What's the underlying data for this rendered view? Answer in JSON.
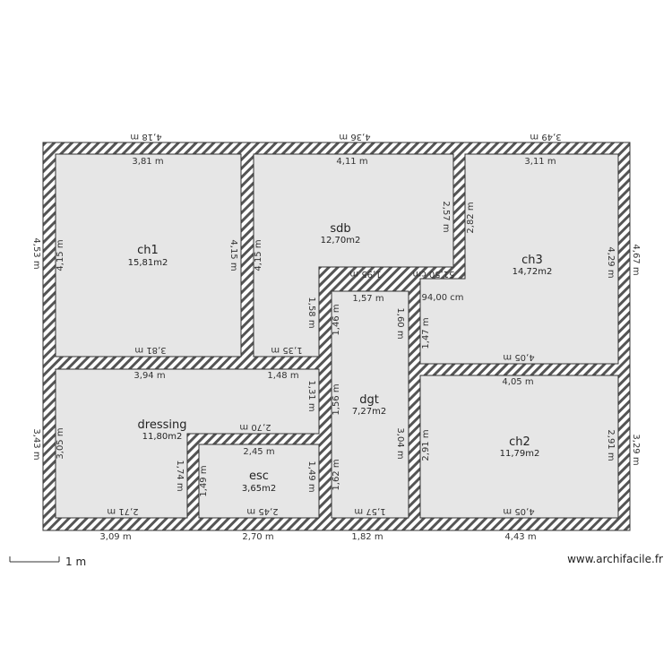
{
  "rooms": {
    "ch1": {
      "name": "ch1",
      "area": "15,81m2"
    },
    "sdb": {
      "name": "sdb",
      "area": "12,70m2"
    },
    "ch3": {
      "name": "ch3",
      "area": "14,72m2"
    },
    "dgt": {
      "name": "dgt",
      "area": "7,27m2"
    },
    "dressing": {
      "name": "dressing",
      "area": "11,80m2"
    },
    "esc": {
      "name": "esc",
      "area": "3,65m2"
    },
    "ch2": {
      "name": "ch2",
      "area": "11,79m2"
    }
  },
  "dims": {
    "top_ext_1": "4,18 m",
    "top_ext_2": "4,36 m",
    "top_ext_3": "3,49 m",
    "ch1_top": "3,81 m",
    "ch1_left": "4,15 m",
    "ch1_right": "4,15 m",
    "ch1_bottom": "3,81 m",
    "sdb_top": "4,11 m",
    "sdb_left": "4,15 m",
    "sdb_right": "2,57 m",
    "sdb_bottom_left": "1,35 m",
    "sdb_step_v": "1,58 m",
    "sdb_bottom_right": "1,95 m",
    "sdb_step_small": "51,50 cm",
    "ch3_top": "3,11 m",
    "ch3_left_upper": "2,82 m",
    "ch3_right": "4,29 m",
    "ch3_cm": "94,00 cm",
    "ch3_left_lower": "1,47 m",
    "ch3_bottom": "4,05 m",
    "dgt_top": "1,57 m",
    "dgt_left_upper": "1,46 m",
    "dgt_right_upper": "1,60 m",
    "dgt_left_mid": "1,56 m",
    "dgt_right_lower": "3,04 m",
    "dgt_left_lower": "1,62 m",
    "dgt_bottom": "1,57 m",
    "dressing_top_left": "3,94 m",
    "dressing_top_right": "1,48 m",
    "dressing_right": "1,31 m",
    "dressing_left": "3,05 m",
    "dressing_step_top": "2,70 m",
    "dressing_step_v": "1,74 m",
    "dressing_bottom": "2,71 m",
    "esc_top": "2,45 m",
    "esc_left": "1,49 m",
    "esc_right": "1,49 m",
    "esc_bottom": "2,45 m",
    "ch2_top": "4,05 m",
    "ch2_left": "2,91 m",
    "ch2_right": "2,91 m",
    "ch2_bottom": "4,05 m",
    "ext_left_upper": "4,53 m",
    "ext_left_lower": "3,43 m",
    "ext_right_upper": "4,67 m",
    "ext_right_lower": "3,29 m",
    "bottom_ext_1": "3,09 m",
    "bottom_ext_2": "2,70 m",
    "bottom_ext_3": "1,82 m",
    "bottom_ext_4": "4,43 m"
  },
  "footer": {
    "scale_label": "1 m",
    "website": "www.archifacile.fr"
  },
  "colors": {
    "floor": "#e6e6e6",
    "wall_stripe": "#555555",
    "wall_fill": "#ffffff"
  }
}
